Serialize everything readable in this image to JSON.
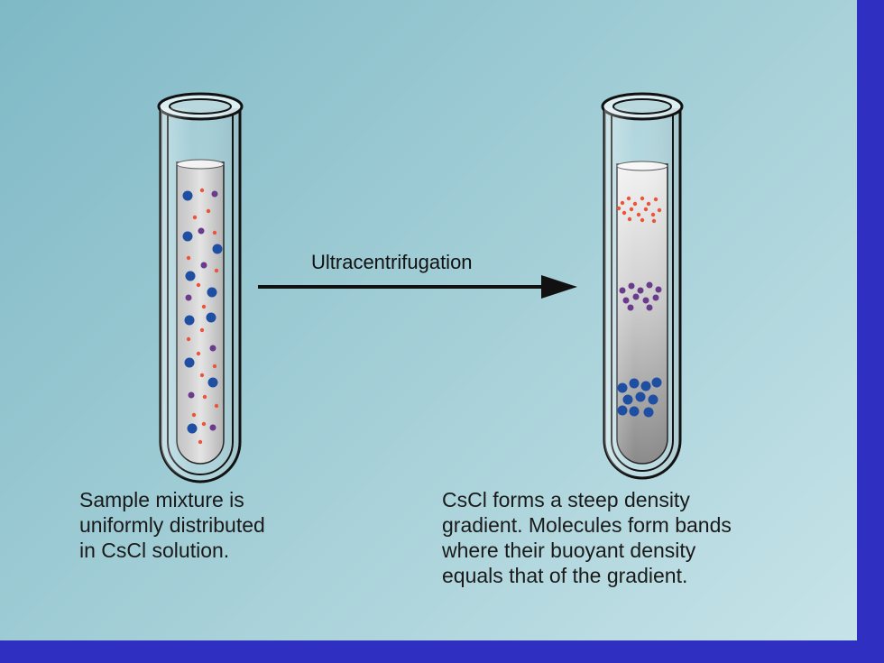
{
  "colors": {
    "background_frame": "#2f2fc2",
    "panel": "#a6d0d8",
    "particle_large": "#1f4fa3",
    "particle_medium": "#6a3a8c",
    "particle_small": "#e8553a"
  },
  "arrow": {
    "label": "Ultracentrifugation"
  },
  "left_tube": {
    "caption_lines": [
      "Sample mixture is",
      "uniformly distributed",
      "in CsCl solution."
    ]
  },
  "right_tube": {
    "caption_lines": [
      "CsCl forms a steep density",
      "gradient. Molecules form bands",
      "where their buoyant density",
      "equals that of the gradient."
    ]
  }
}
